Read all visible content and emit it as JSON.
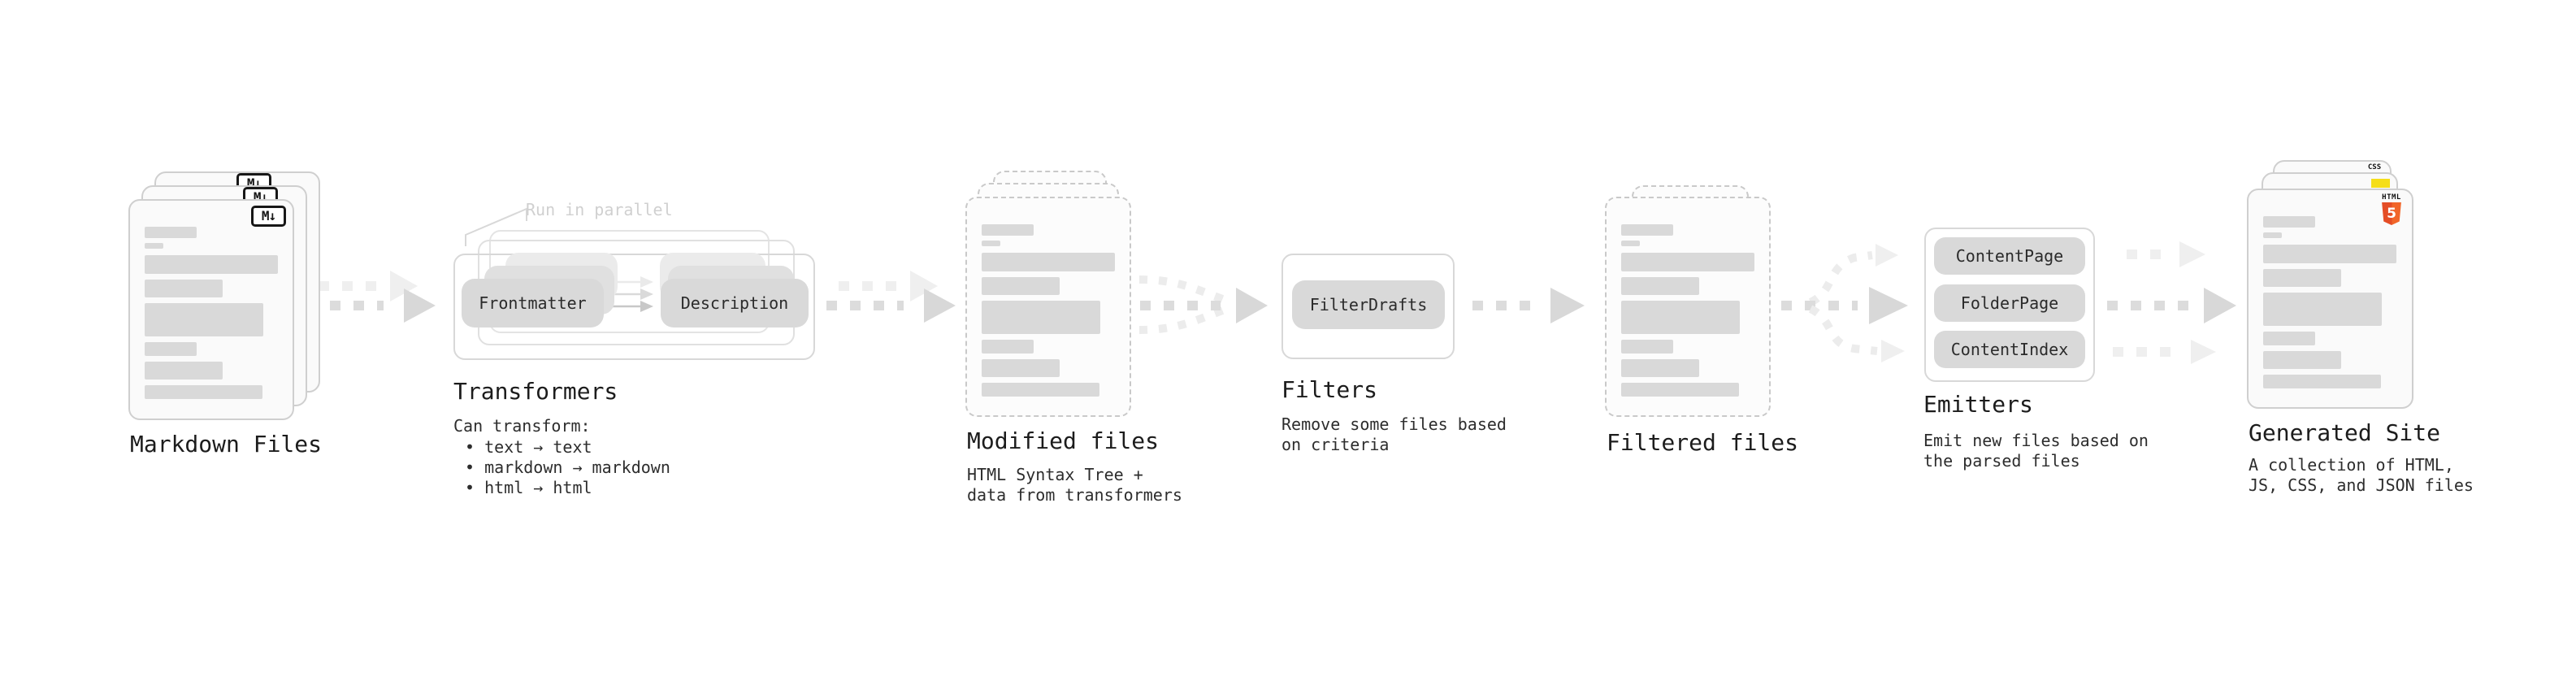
{
  "stages": [
    {
      "id": "markdown-files",
      "title": "Markdown Files",
      "file_icon": "M↓"
    },
    {
      "id": "transformers",
      "title": "Transformers",
      "annotation": "Run in parallel",
      "description": "Can transform:",
      "bullets": [
        "• text → text",
        "• markdown → markdown",
        "• html → html"
      ],
      "nodes": [
        "Frontmatter",
        "Description"
      ]
    },
    {
      "id": "modified-files",
      "title": "Modified files",
      "description": "HTML Syntax Tree +\ndata from transformers"
    },
    {
      "id": "filters",
      "title": "Filters",
      "description": "Remove some files based\non criteria",
      "nodes": [
        "FilterDrafts"
      ]
    },
    {
      "id": "filtered-files",
      "title": "Filtered files"
    },
    {
      "id": "emitters",
      "title": "Emitters",
      "description": "Emit new files based on\nthe parsed files",
      "nodes": [
        "ContentPage",
        "FolderPage",
        "ContentIndex"
      ]
    },
    {
      "id": "generated-site",
      "title": "Generated Site",
      "description": "A collection of HTML,\nJS, CSS, and JSON files",
      "badges": {
        "html": "HTML",
        "html_number": "5",
        "css": "CSS"
      }
    }
  ],
  "colors": {
    "accent_html5": "#e44d26",
    "accent_html5_light": "#f16529",
    "accent_js": "#f5de19",
    "accent_css": "#2765f1"
  }
}
